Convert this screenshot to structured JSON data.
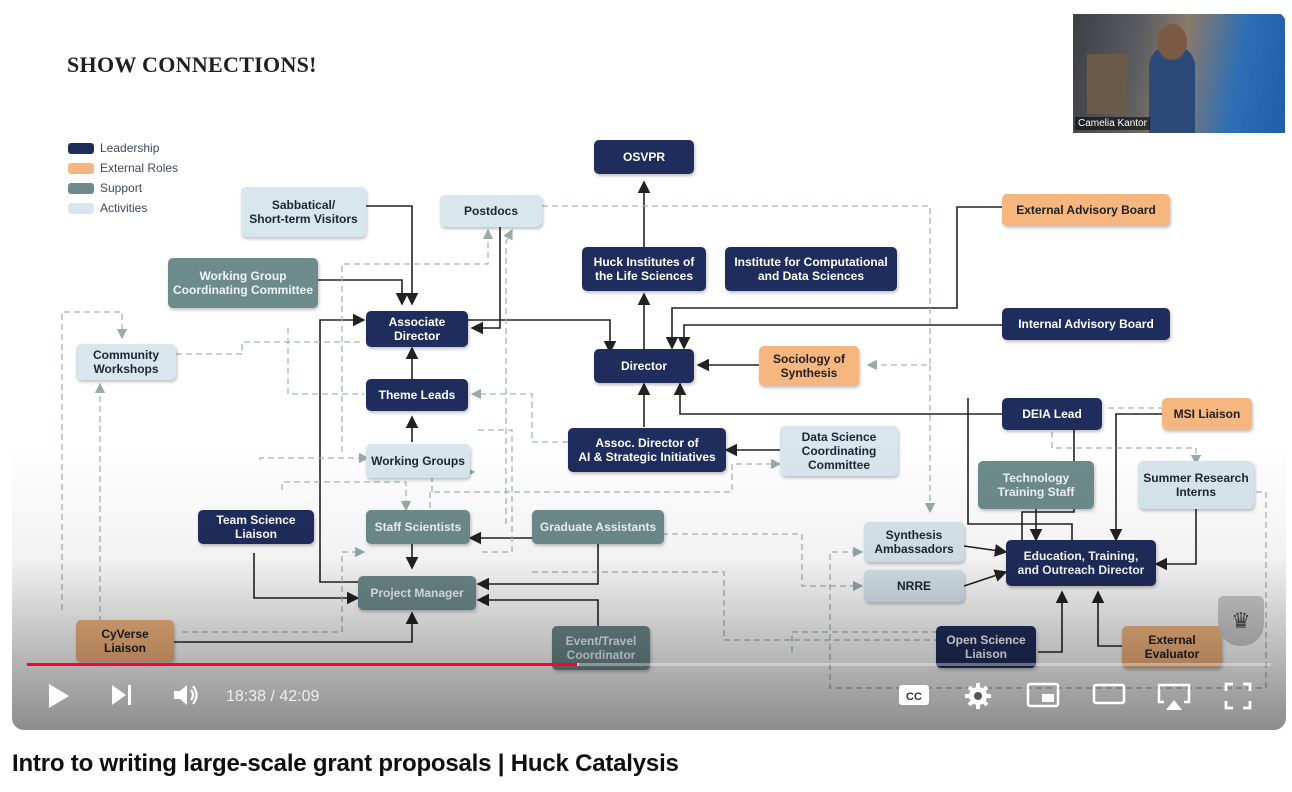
{
  "slide": {
    "title": "SHOW CONNECTIONS!",
    "legend": [
      {
        "label": "Leadership",
        "color": "#1f2d5c"
      },
      {
        "label": "External Roles",
        "color": "#f5b67f"
      },
      {
        "label": "Support",
        "color": "#6e8b8b"
      },
      {
        "label": "Activities",
        "color": "#d8e7ee"
      }
    ],
    "nodes": {
      "osvpr": "OSVPR",
      "sabbatical": "Sabbatical/\nShort-term Visitors",
      "postdocs": "Postdocs",
      "huck": "Huck Institutes of\nthe Life Sciences",
      "icds": "Institute for Computational\nand Data Sciences",
      "external_board": "External Advisory Board",
      "wgcc": "Working Group\nCoordinating Committee",
      "assoc_director": "Associate\nDirector",
      "internal_board": "Internal Advisory Board",
      "community": "Community\nWorkshops",
      "director": "Director",
      "sociology": "Sociology of\nSynthesis",
      "theme_leads": "Theme Leads",
      "deia": "DEIA Lead",
      "msi": "MSI Liaison",
      "assoc_ai": "Assoc. Director of\nAI & Strategic Initiatives",
      "dscc": "Data Science\nCoordinating\nCommittee",
      "working_groups": "Working Groups",
      "tech_staff": "Technology\nTraining Staff",
      "summer": "Summer Research\nInterns",
      "team_science": "Team Science\nLiaison",
      "staff_scientists": "Staff Scientists",
      "grad_assistants": "Graduate Assistants",
      "synthesis_amb": "Synthesis\nAmbassadors",
      "eto_director": "Education, Training,\nand Outreach Director",
      "project_manager": "Project Manager",
      "nrre": "NRRE",
      "cyverse": "CyVerse\nLiaison",
      "event_travel": "Event/Travel\nCoordinator",
      "open_science": "Open Science\nLiaison",
      "external_eval": "External\nEvaluator"
    }
  },
  "webcam": {
    "name": "Camelia Kantor"
  },
  "player": {
    "time_label": "18:38 / 42:09",
    "progress_fraction": 0.442,
    "buffered_fraction": 0.444,
    "icons": {
      "play": "play-icon",
      "next": "next-icon",
      "volume": "volume-icon",
      "captions": "captions-icon",
      "settings": "gear-icon",
      "miniplayer": "miniplayer-icon",
      "theater": "theater-icon",
      "airplay": "airplay-icon",
      "fullscreen": "fullscreen-icon"
    },
    "cc_label": "CC"
  },
  "video": {
    "title": "Intro to writing large-scale grant proposals | Huck Catalysis"
  }
}
